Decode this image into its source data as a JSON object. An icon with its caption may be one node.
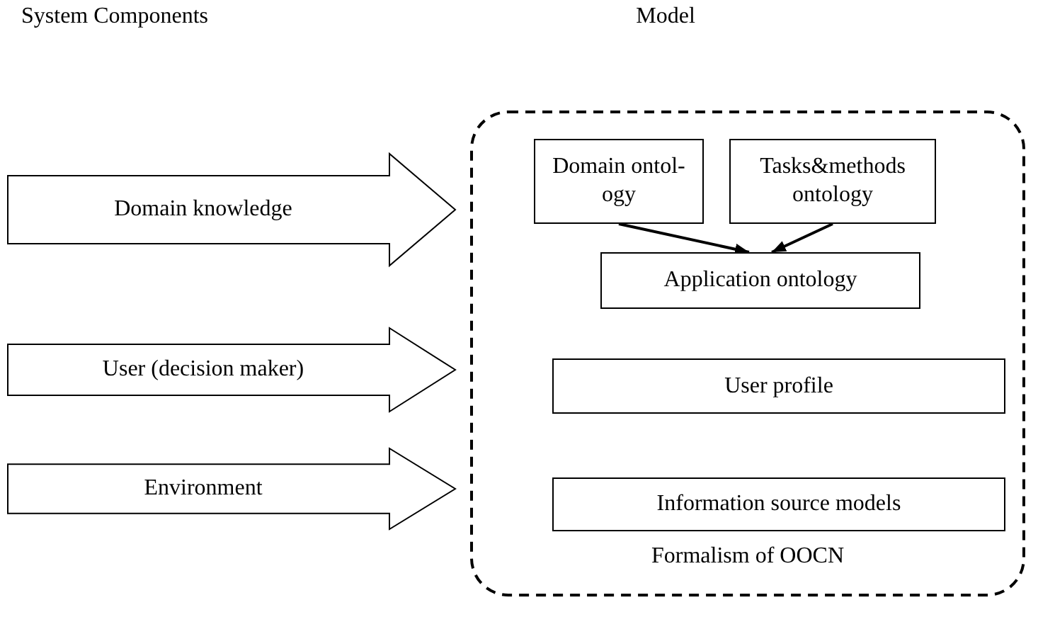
{
  "diagram": {
    "nodes": [
      {
        "text": [
          "Formalism of OOCN"
        ]
      },
      {
        "text": [
          "Domain ontol- ogy"
        ],
        "in": 0
      },
      {
        "text": [
          "Tasks&methods ontology"
        ],
        "in": 0
      },
      {
        "text": [
          "Application ontology"
        ],
        "in": 0
      },
      {
        "text": [
          "User profile"
        ],
        "in": 0
      },
      {
        "text": [
          "Information source models"
        ],
        "in": 0
      },
      {
        "text": [
          "Domain knowledge"
        ]
      },
      {
        "text": [
          "User (decision maker)"
        ]
      },
      {
        "text": [
          "Environment"
        ]
      }
    ],
    "edges": [
      {
        "from": 1,
        "to": 3,
        "arrow": "to"
      },
      {
        "from": 2,
        "to": 3,
        "arrow": "to"
      }
    ],
    "labels": [
      "System Components",
      "Model"
    ]
  }
}
